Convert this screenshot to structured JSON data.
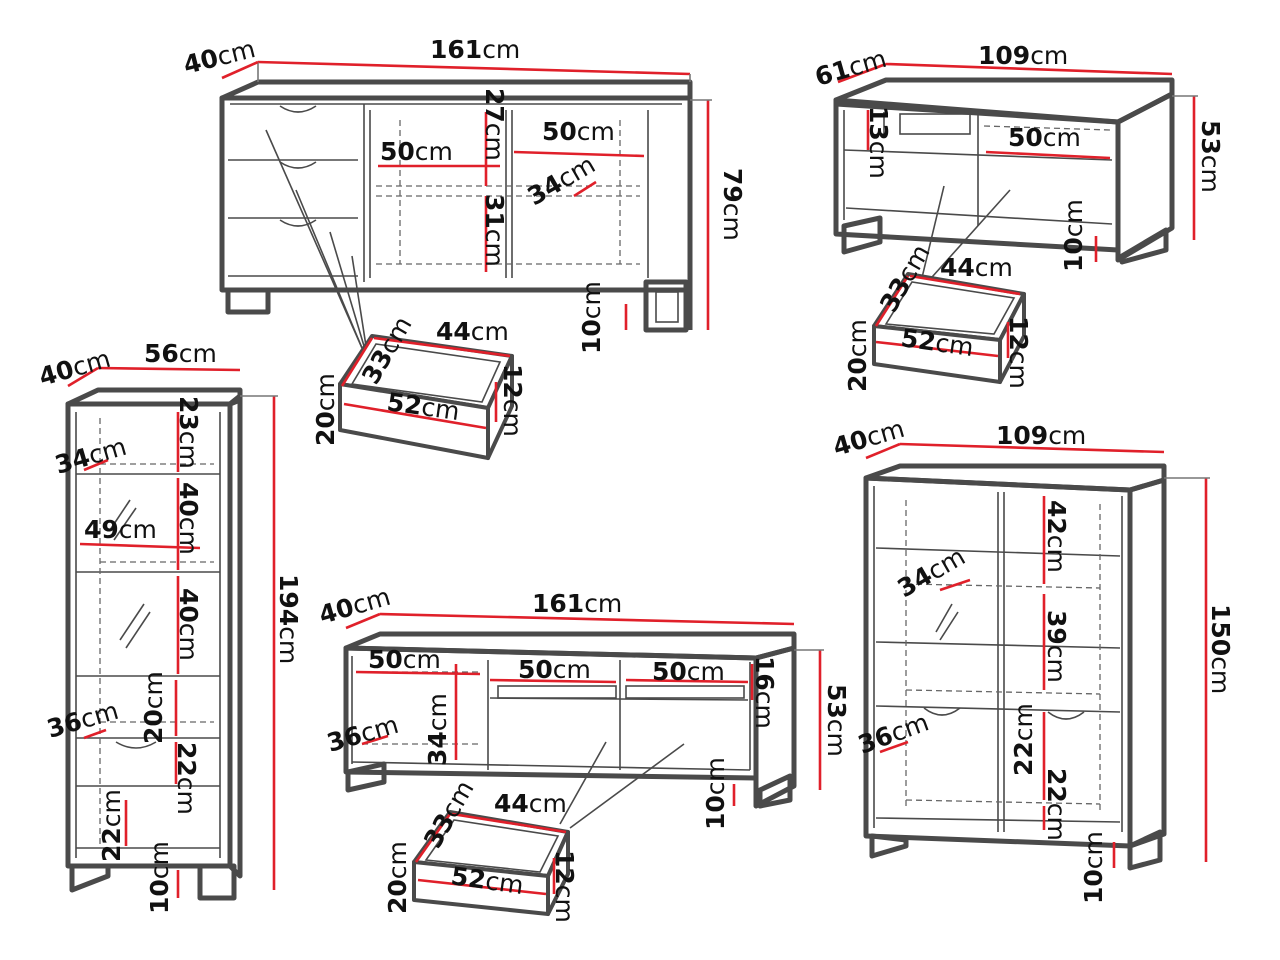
{
  "diagrams": {
    "sideboard": {
      "depth": {
        "num": "40",
        "unit": "cm"
      },
      "width": {
        "num": "161",
        "unit": "cm"
      },
      "height": {
        "num": "79",
        "unit": "cm"
      },
      "shelf_height_top": {
        "num": "27",
        "unit": "cm"
      },
      "shelf_height_bottom": {
        "num": "31",
        "unit": "cm"
      },
      "shelf_width_left": {
        "num": "50",
        "unit": "cm"
      },
      "shelf_width_right": {
        "num": "50",
        "unit": "cm"
      },
      "shelf_depth": {
        "num": "34",
        "unit": "cm"
      },
      "leg_height": {
        "num": "10",
        "unit": "cm"
      },
      "drawer": {
        "depth": {
          "num": "33",
          "unit": "cm"
        },
        "width_inner": {
          "num": "44",
          "unit": "cm"
        },
        "width_outer": {
          "num": "52",
          "unit": "cm"
        },
        "height_front": {
          "num": "20",
          "unit": "cm"
        },
        "height_side": {
          "num": "12",
          "unit": "cm"
        }
      }
    },
    "tv_small": {
      "depth": {
        "num": "61",
        "unit": "cm"
      },
      "width": {
        "num": "109",
        "unit": "cm"
      },
      "height": {
        "num": "53",
        "unit": "cm"
      },
      "shelf_height": {
        "num": "13",
        "unit": "cm"
      },
      "shelf_width": {
        "num": "50",
        "unit": "cm"
      },
      "leg_height": {
        "num": "10",
        "unit": "cm"
      },
      "drawer": {
        "depth": {
          "num": "33",
          "unit": "cm"
        },
        "width_inner": {
          "num": "44",
          "unit": "cm"
        },
        "width_outer": {
          "num": "52",
          "unit": "cm"
        },
        "height_front": {
          "num": "20",
          "unit": "cm"
        },
        "height_side": {
          "num": "12",
          "unit": "cm"
        }
      }
    },
    "tall_cabinet": {
      "depth": {
        "num": "40",
        "unit": "cm"
      },
      "width": {
        "num": "56",
        "unit": "cm"
      },
      "height": {
        "num": "194",
        "unit": "cm"
      },
      "shelf_depth_top": {
        "num": "34",
        "unit": "cm"
      },
      "shelf_depth_bottom": {
        "num": "36",
        "unit": "cm"
      },
      "shelf_width": {
        "num": "49",
        "unit": "cm"
      },
      "h1": {
        "num": "23",
        "unit": "cm"
      },
      "h2": {
        "num": "40",
        "unit": "cm"
      },
      "h3": {
        "num": "40",
        "unit": "cm"
      },
      "h4": {
        "num": "20",
        "unit": "cm"
      },
      "h5": {
        "num": "22",
        "unit": "cm"
      },
      "h6": {
        "num": "22",
        "unit": "cm"
      },
      "leg_height": {
        "num": "10",
        "unit": "cm"
      }
    },
    "tv_long": {
      "depth": {
        "num": "40",
        "unit": "cm"
      },
      "width": {
        "num": "161",
        "unit": "cm"
      },
      "height": {
        "num": "53",
        "unit": "cm"
      },
      "section_width_1": {
        "num": "50",
        "unit": "cm"
      },
      "section_width_2": {
        "num": "50",
        "unit": "cm"
      },
      "section_width_3": {
        "num": "50",
        "unit": "cm"
      },
      "shelf_height": {
        "num": "16",
        "unit": "cm"
      },
      "inner_height": {
        "num": "34",
        "unit": "cm"
      },
      "shelf_depth": {
        "num": "36",
        "unit": "cm"
      },
      "leg_height": {
        "num": "10",
        "unit": "cm"
      },
      "drawer": {
        "depth": {
          "num": "33",
          "unit": "cm"
        },
        "width_inner": {
          "num": "44",
          "unit": "cm"
        },
        "width_outer": {
          "num": "52",
          "unit": "cm"
        },
        "height_front": {
          "num": "20",
          "unit": "cm"
        },
        "height_side": {
          "num": "12",
          "unit": "cm"
        }
      }
    },
    "vitrine": {
      "depth": {
        "num": "40",
        "unit": "cm"
      },
      "width": {
        "num": "109",
        "unit": "cm"
      },
      "height": {
        "num": "150",
        "unit": "cm"
      },
      "shelf_depth_top": {
        "num": "34",
        "unit": "cm"
      },
      "shelf_depth_bottom": {
        "num": "36",
        "unit": "cm"
      },
      "h1": {
        "num": "42",
        "unit": "cm"
      },
      "h2": {
        "num": "39",
        "unit": "cm"
      },
      "h3": {
        "num": "22",
        "unit": "cm"
      },
      "h4": {
        "num": "22",
        "unit": "cm"
      },
      "leg_height": {
        "num": "10",
        "unit": "cm"
      }
    }
  }
}
